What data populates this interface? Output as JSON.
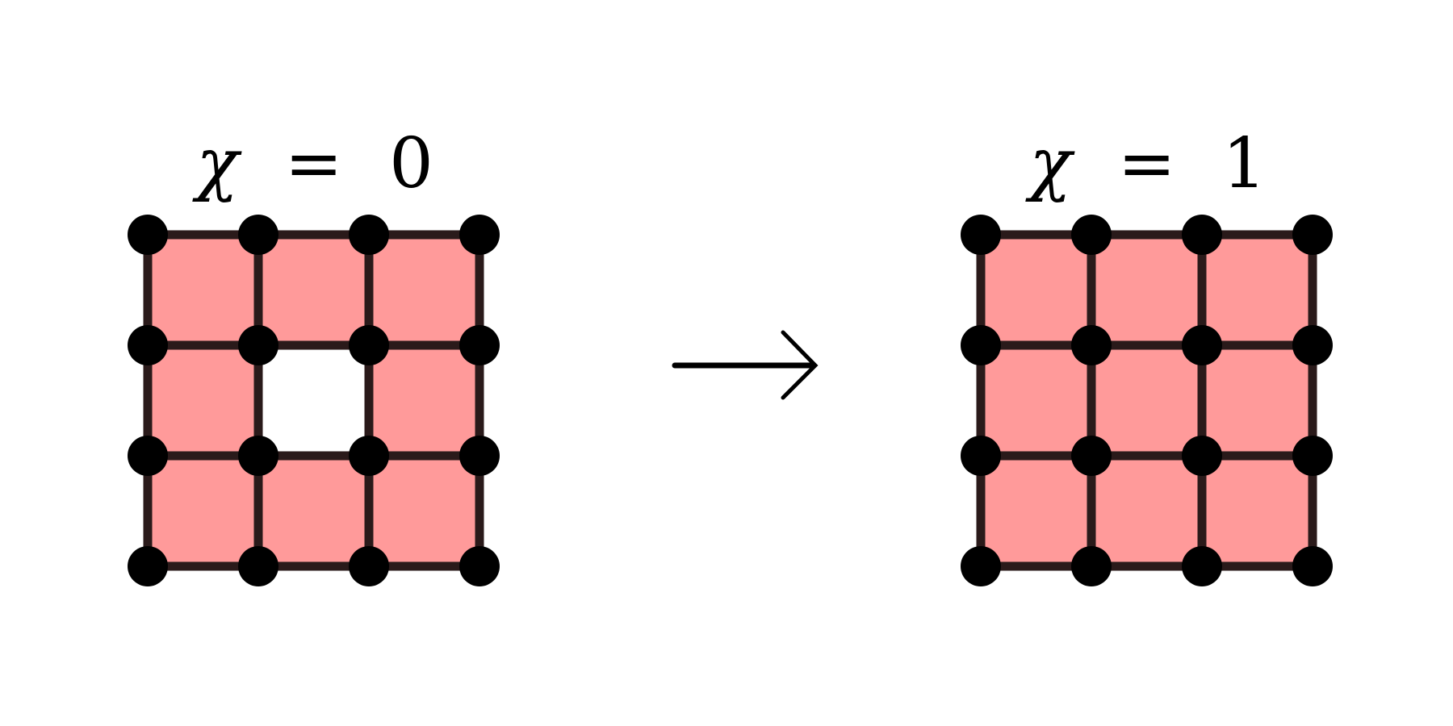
{
  "colors": {
    "face_fill": "#ff9a9a",
    "edge": "#2a1a1a",
    "vertex": "#000000",
    "arrow": "#000000",
    "background": "#ffffff"
  },
  "left_panel": {
    "label_var": "χ",
    "label_eq": "=",
    "label_value": "0",
    "grid_size": 4,
    "missing_faces": [
      [
        1,
        1
      ]
    ]
  },
  "right_panel": {
    "label_var": "χ",
    "label_eq": "=",
    "label_value": "1",
    "grid_size": 4,
    "missing_faces": []
  },
  "transition_icon": "right-arrow-icon"
}
